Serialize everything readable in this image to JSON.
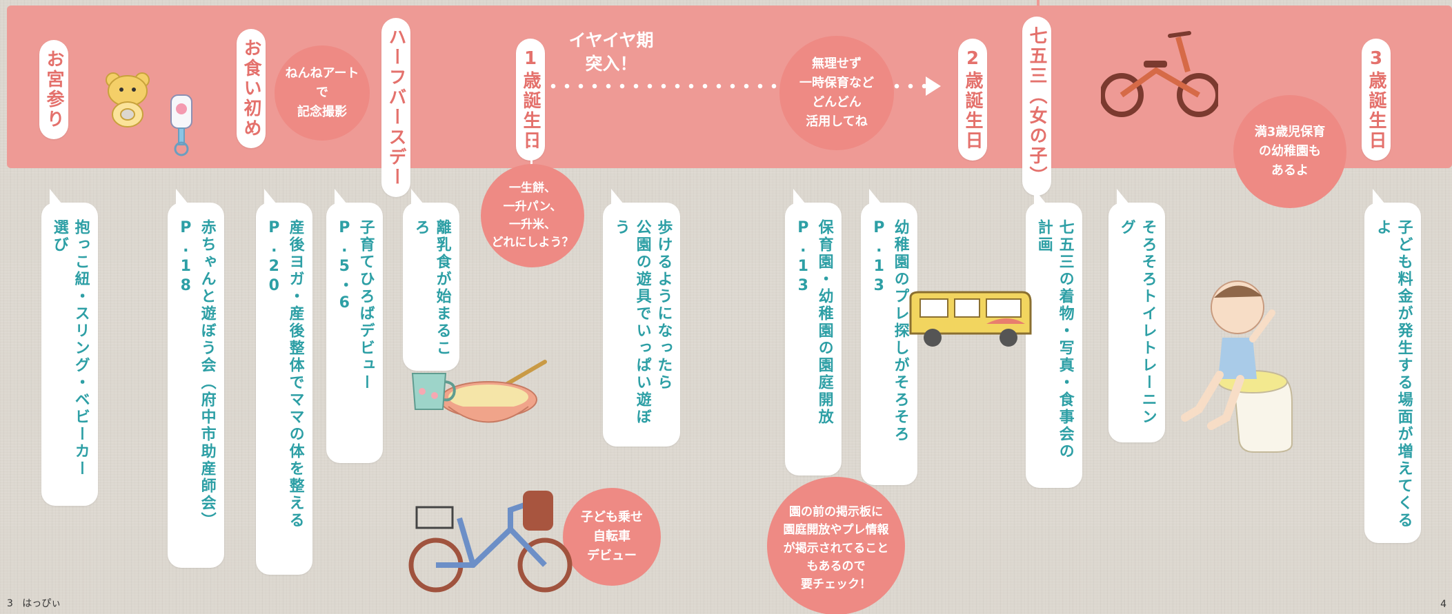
{
  "colors": {
    "band": "#ee9a95",
    "milestone_text": "#e4716c",
    "event_text": "#2d9fa5",
    "bubble": "#ee8a84",
    "background": "#dcd7cf"
  },
  "milestones": {
    "omiyamairi": "お宮参り",
    "okuizome": "お食い初め",
    "half_birthday": "ハーフバースデー",
    "first_birthday": "1歳誕生日",
    "second_birthday": "2歳誕生日",
    "shichigosan": "七五三（女の子）",
    "third_birthday": "3歳誕生日"
  },
  "captions": {
    "iyaiya": "イヤイヤ期\n突入！"
  },
  "bubbles": {
    "nenne": [
      "ねんねアート",
      "で",
      "記念撮影"
    ],
    "isshomochi": [
      "一生餅、",
      "一升パン、",
      "一升米、",
      "どれにしよう？"
    ],
    "muri": [
      "無理せず",
      "一時保育など",
      "どんどん",
      "活用してね"
    ],
    "manzai": [
      "満3歳児保育",
      "の幼稚園も",
      "あるよ"
    ],
    "bike": [
      "子ども乗せ",
      "自転車",
      "デビュー"
    ],
    "keiji": [
      "園の前の掲示板に",
      "園庭開放やプレ情報",
      "が掲示されてること",
      "もあるので",
      "要チェック！"
    ]
  },
  "events": {
    "e1": "抱っこ紐・スリング・ベビーカー選び",
    "e2": "赤ちゃんと遊ぼう会（府中市助産師会）P.18",
    "e3": "産後ヨガ・産後整体でママの体を整える P.20",
    "e4": "子育てひろばデビュー P.5・6",
    "e5": "離乳食が始まるころ",
    "e6a": "歩けるようになったら",
    "e6b": "公園の遊具でいっぱい遊ぼう",
    "e7": "保育園・幼稚園の園庭開放 P.13",
    "e8": "幼稚園のプレ探しがそろそろ P.13",
    "e9": "七五三の着物・写真・食事会の計画",
    "e10": "そろそろトイレトレーニング",
    "e11": "子ども料金が発生する場面が増えてくるよ"
  },
  "footer": {
    "left_num": "3",
    "left_name": "はっぴぃ",
    "right_num": "4"
  },
  "icons": {
    "bear": "bear-rattle-icon",
    "rattle": "rattle-icon",
    "bowl": "baby-food-bowl-icon",
    "cup": "cup-icon",
    "bus": "school-bus-icon",
    "balance_bike": "balance-bike-icon",
    "child_potty": "child-on-potty-icon",
    "bicycle": "child-seat-bicycle-icon"
  }
}
